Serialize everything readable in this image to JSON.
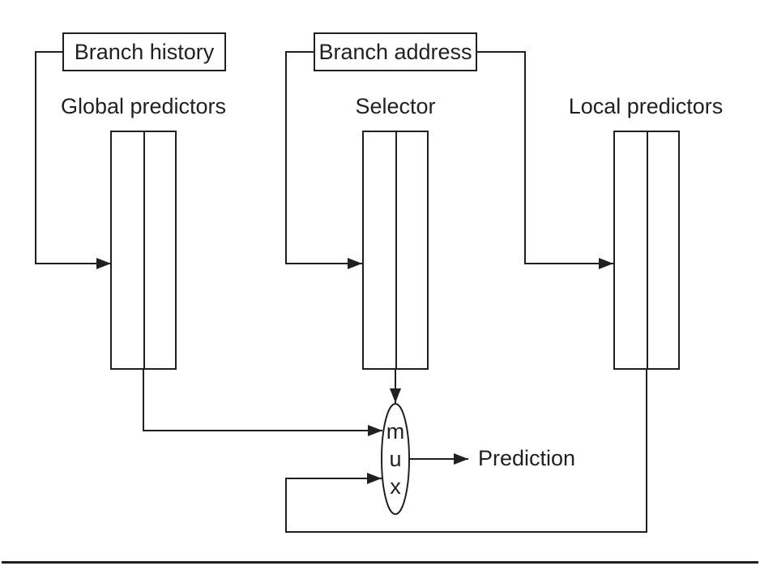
{
  "diagram": {
    "nodes": {
      "branch_history": "Branch history",
      "branch_address": "Branch address",
      "global_predictors": "Global predictors",
      "selector": "Selector",
      "local_predictors": "Local predictors",
      "mux": {
        "letters": [
          "m",
          "u",
          "x"
        ]
      },
      "prediction": "Prediction"
    },
    "connections": [
      {
        "from": "Branch history",
        "to": "Global predictors"
      },
      {
        "from": "Branch address",
        "to": "Selector"
      },
      {
        "from": "Branch address",
        "to": "Local predictors"
      },
      {
        "from": "Global predictors",
        "to": "mux"
      },
      {
        "from": "Selector",
        "to": "mux"
      },
      {
        "from": "Local predictors",
        "to": "mux"
      },
      {
        "from": "mux",
        "to": "Prediction"
      }
    ],
    "colors": {
      "line": "#231f20",
      "background": "#ffffff"
    }
  }
}
